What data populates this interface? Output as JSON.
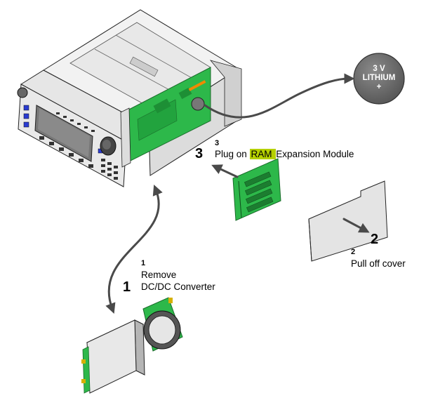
{
  "battery": {
    "voltage": "3 V",
    "type": "LITHIUM",
    "polarity": "+"
  },
  "steps": [
    {
      "big_number": "1",
      "small_number": "1",
      "line1": "Remove",
      "line2": "DC/DC Converter"
    },
    {
      "big_number": "2",
      "small_number": "2",
      "line1": "Pull off cover"
    },
    {
      "big_number": "3",
      "small_number": "3",
      "prefix": "Plug on ",
      "highlight": "RAM ",
      "suffix": "Expansion Module"
    }
  ],
  "colors": {
    "pcb_green": "#2db84a",
    "highlight": "#b5d000",
    "battery_fill": "#6a6a6a",
    "arrow": "#4a4a4a",
    "metal": "#e4e4e4"
  }
}
